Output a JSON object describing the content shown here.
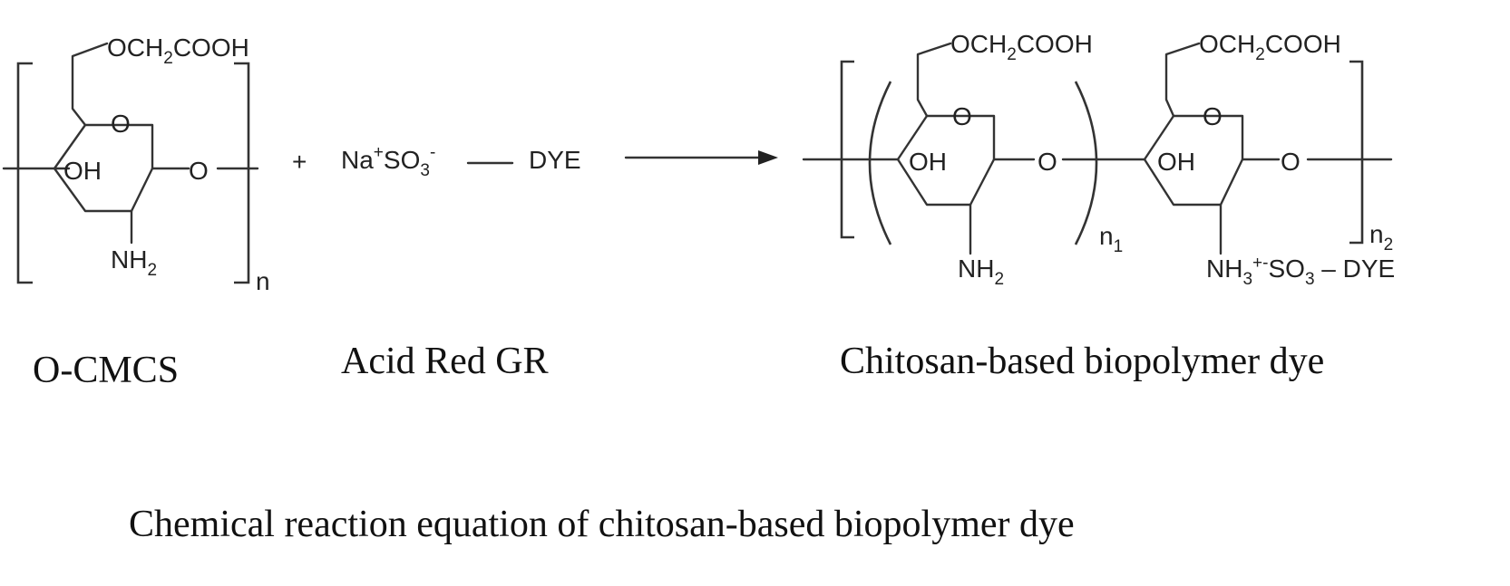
{
  "reactant1": {
    "group": "OCH2COOH",
    "ring_o": "O",
    "oh": "OH",
    "glycosidic_o": "O",
    "amine": "NH2",
    "repeat": "n",
    "name": "O-CMCS"
  },
  "plus": "+",
  "reactant2": {
    "formula": "Na+SO3-",
    "dash": "—",
    "dye": "DYE",
    "name": "Acid Red GR"
  },
  "product": {
    "unit1": {
      "group": "OCH2COOH",
      "ring_o": "O",
      "oh": "OH",
      "glycosidic_o": "O",
      "amine": "NH2",
      "repeat": "n1"
    },
    "unit2": {
      "group": "OCH2COOH",
      "ring_o": "O",
      "oh": "OH",
      "glycosidic_o": "O",
      "ammonium": "NH3+·-SO3 – DYE",
      "repeat": "n2"
    },
    "name": "Chitosan-based biopolymer dye"
  },
  "caption": "Chemical reaction equation of chitosan-based biopolymer dye"
}
